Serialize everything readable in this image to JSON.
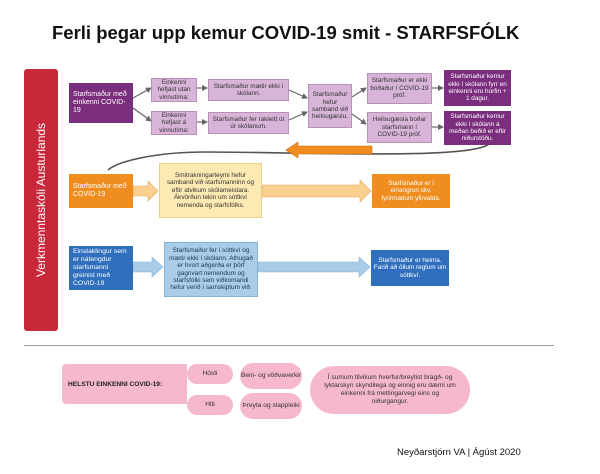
{
  "title": "Ferli þegar upp kemur COVID-19 smit - STARFSFÓLK",
  "sidebar_label": "Verkmenntaskóli Austurlands",
  "purple_section": {
    "start": "Starfsmaður með einkenni COVID-19",
    "symptom_outside": "Einkenni hefjast utan vinnutíma:",
    "symptom_inside": "Einkenni hefjast á vinnutíma:",
    "not_come": "Starfsmaður mætir ekki í skólann.",
    "goes_home": "Starfsmaður fer rakleitt út úr skólanum.",
    "contacts": "Starfsmaður hefur samband við heilsugæslu.",
    "not_called": "Starfsmaður er ekki boðaður í COVID-19 próf.",
    "called": "Heilsugæsla boðar starfsmann í COVID-19 próf.",
    "return_after": "Starfsmaður kemur ekki í skólann fyrr en einkenni eru horfin + 1 dagur.",
    "stay_away": "Starfsmaður kemur ekki í skólann á meðan beðið er eftir niðurstöðu."
  },
  "orange_section": {
    "start": "Starfsmaður með COVID-19",
    "tracing": "Smitrakningarteymi hefur samband við starfsmanninn og eftir atvikum skólameistara. Ákvörðun tekin um sóttkví nemenda og starfsfólks.",
    "isolation": "Starfsmaður er í einangrun skv. fyrirmælum yfirvalda."
  },
  "blue_section": {
    "start": "Einstaklingur sem er nátengdur starfsmanni greinist með COVID-19",
    "quarantine": "Starfsmaður fer í sóttkví og mætir ekki í skólann. Athugað er hvort aðgerða er þörf gagnvart nemendum og starfsfólki sem viðkomandi hefur verið í samskiptum við.",
    "home": "Starfsmaður er heima. Farið að öllum reglum um sóttkví."
  },
  "symptoms": {
    "label": "HELSTU EINKENNI COVID-19:",
    "items": [
      "Hósti",
      "Hiti",
      "Bein- og vöðvaverkir",
      "Þreyta og slappleiki"
    ],
    "note": "Í sumum tilvikum hverfur/breytist bragð- og lyktarskyn skyndilega og einnig eru dæmi um einkenni frá meltingarvegi eins og niðurgangur."
  },
  "footer": "Neyðarstjórn VA  |  Ágúst 2020",
  "colors": {
    "dark_purple": "#7b2d7e",
    "light_purple": "#d8b4d8",
    "orange": "#f08d1f",
    "light_yellow": "#fde9b2",
    "blue": "#2f6fbe",
    "light_blue": "#a9cde9",
    "red_sidebar": "#c9283b",
    "pink": "#f6b8cc"
  }
}
